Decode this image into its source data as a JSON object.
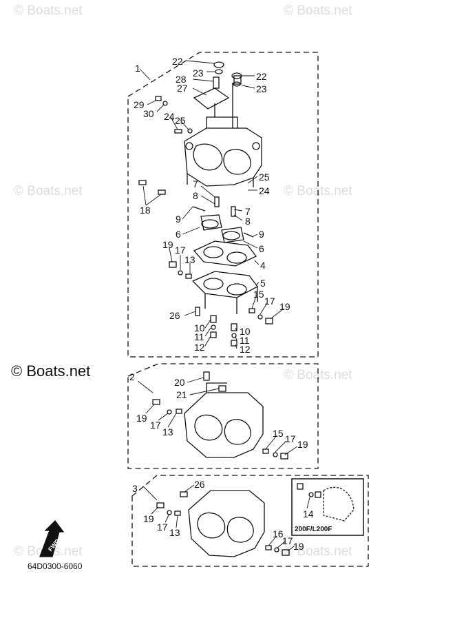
{
  "watermark": {
    "text": "© Boats.net",
    "main_label": "© Boats.net"
  },
  "diagram": {
    "part_code": "64D0300-6060",
    "inset_label": "200F/L200F",
    "fwd_label": "FWD",
    "group1_labels": {
      "l1": "1",
      "l22a": "22",
      "l23a": "23",
      "l28": "28",
      "l27": "27",
      "l22b": "22",
      "l23b": "23",
      "l29": "29",
      "l30": "30",
      "l24a": "24",
      "l25a": "25",
      "l18": "18",
      "l7a": "7",
      "l8a": "8",
      "l9a": "9",
      "l6a": "6",
      "l25b": "25",
      "l24b": "24",
      "l7b": "7",
      "l8b": "8",
      "l9b": "9",
      "l6b": "6",
      "l19a": "19",
      "l17a": "17",
      "l13a": "13",
      "l4": "4",
      "l5": "5",
      "l15a": "15",
      "l17b": "17",
      "l19b": "19",
      "l26a": "26",
      "l10a": "10",
      "l11a": "11",
      "l12a": "12",
      "l10b": "10",
      "l11b": "11",
      "l12b": "12"
    },
    "group2_labels": {
      "l2": "2",
      "l20": "20",
      "l21": "21",
      "l19": "19",
      "l17": "17",
      "l13": "13",
      "l15": "15",
      "l17b": "17",
      "l19b": "19"
    },
    "group3_labels": {
      "l3": "3",
      "l26": "26",
      "l19": "19",
      "l17": "17",
      "l13": "13",
      "l16": "16",
      "l17b": "17",
      "l19b": "19",
      "l14": "14"
    }
  }
}
